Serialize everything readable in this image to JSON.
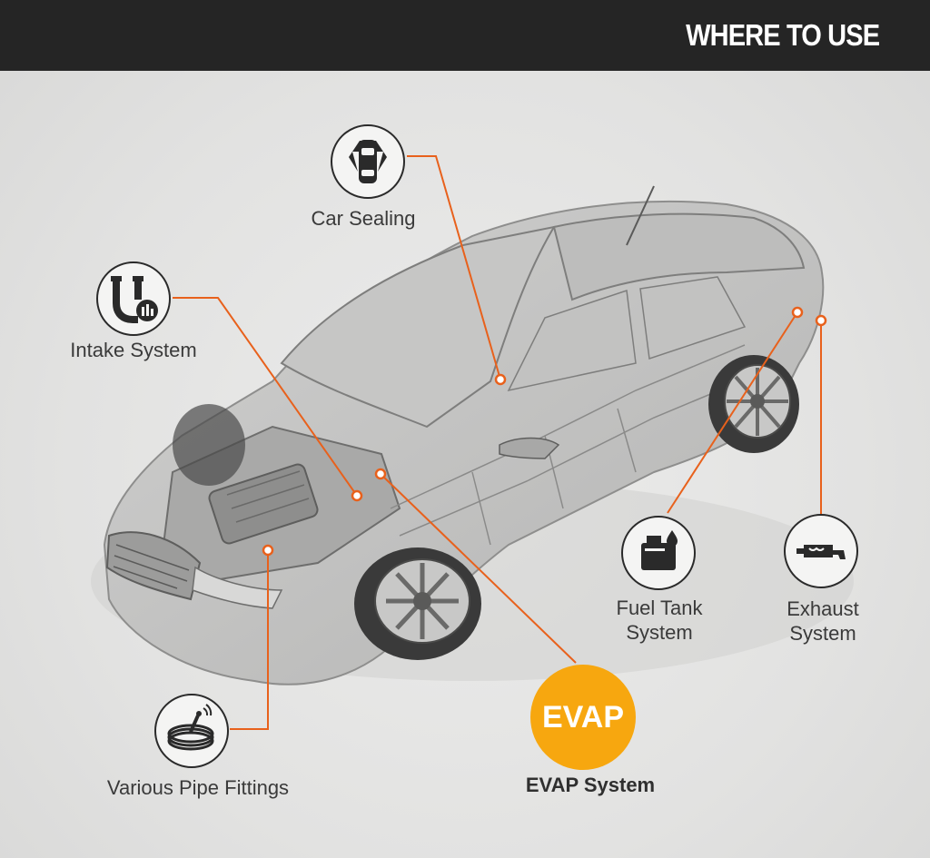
{
  "header": {
    "title": "WHERE TO USE"
  },
  "colors": {
    "accent": "#f7a70f",
    "line": "#e8611c",
    "header_bg": "#252525"
  },
  "callouts": {
    "car_sealing": {
      "label": "Car Sealing",
      "icon": "car-top-view-icon"
    },
    "intake_system": {
      "label": "Intake System",
      "icon": "intake-pipe-icon"
    },
    "fuel_tank_system": {
      "label_line1": "Fuel Tank",
      "label_line2": "System",
      "icon": "fuel-tank-icon"
    },
    "exhaust_system": {
      "label_line1": "Exhaust",
      "label_line2": "System",
      "icon": "muffler-icon"
    },
    "various_pipe_fittings": {
      "label": "Various Pipe Fittings",
      "icon": "coiled-hose-icon"
    },
    "evap_system": {
      "badge": "EVAP",
      "label": "EVAP System"
    }
  }
}
